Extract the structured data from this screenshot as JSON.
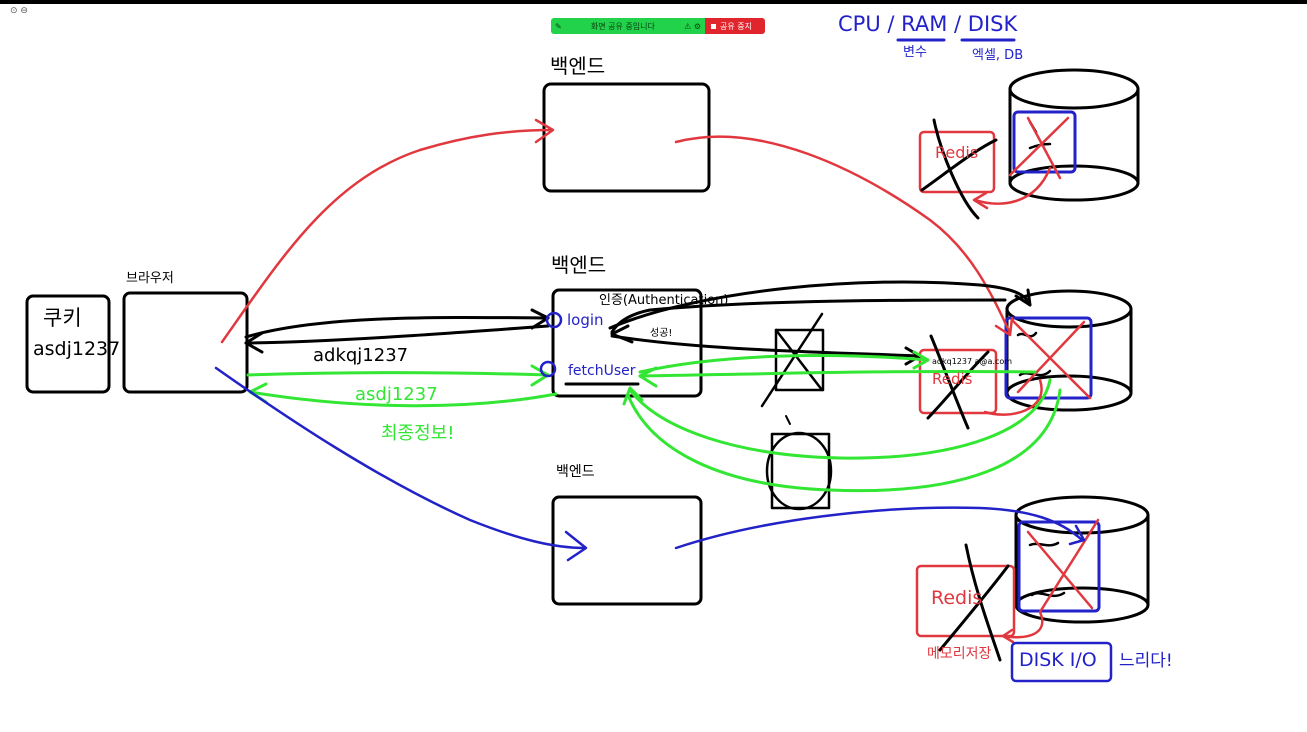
{
  "share_bar": {
    "status": "화면 공유 중입니다",
    "stop_label": "공유 중지"
  },
  "labels": {
    "cookie_title": "쿠키",
    "cookie_value": "asdj1237",
    "browser_title": "브라우저",
    "backend_top": "백엔드",
    "backend_mid": "백엔드",
    "backend_bottom": "백엔드",
    "auth": "인증(Authentication)",
    "success": "성공!",
    "login": "login",
    "fetch_user": "fetchUser",
    "token_black": "adkqj1237",
    "token_green": "asdj1237",
    "final_info": "최종정보!",
    "resources": "CPU / RAM / DISK",
    "var_label": "변수",
    "excel_db": "엑셀, DB",
    "redis_1": "Redis",
    "redis_2": "Redis",
    "redis_3": "Redis",
    "redis_row": "adkq1237   a@a.com",
    "memory_store": "메모리저장",
    "disk_io": "DISK I/O",
    "slow": "느리다!"
  },
  "colors": {
    "red": "#e0383e",
    "green": "#33e633",
    "blue": "#2222c8",
    "black": "#000000"
  }
}
